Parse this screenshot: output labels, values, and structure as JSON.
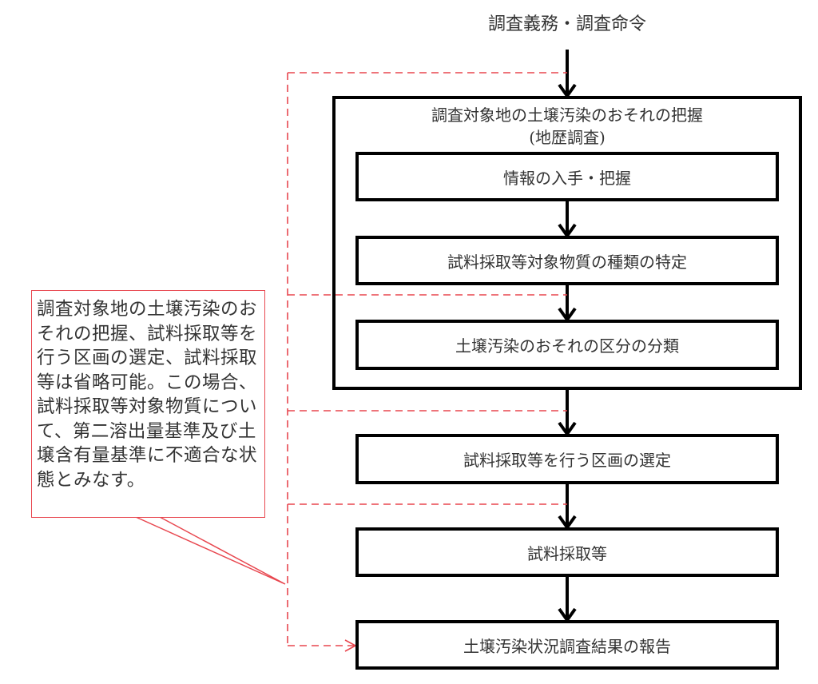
{
  "diagram": {
    "start_label": "調査義務・調査命令",
    "group": {
      "title_line1": "調査対象地の土壌汚染のおそれの把握",
      "title_line2": "(地歴調査)",
      "steps": [
        {
          "label": "情報の入手・把握"
        },
        {
          "label": "試料採取等対象物質の種類の特定"
        },
        {
          "label": "土壌汚染のおそれの区分の分類"
        }
      ]
    },
    "steps": [
      {
        "label": "試料採取等を行う区画の選定"
      },
      {
        "label": "試料採取等"
      },
      {
        "label": "土壌汚染状況調査結果の報告"
      }
    ],
    "callout": {
      "text": "調査対象地の土壌汚染のおそれの把握、試料採取等を行う区画の選定、試料採取等は省略可能。この場合、試料採取等対象物質について、第二溶出量基準及び土壌含有量基準に不適合な状態とみなす。"
    },
    "colors": {
      "flow_line": "#000000",
      "skip_line": "#e8474f",
      "text": "#333333"
    }
  }
}
